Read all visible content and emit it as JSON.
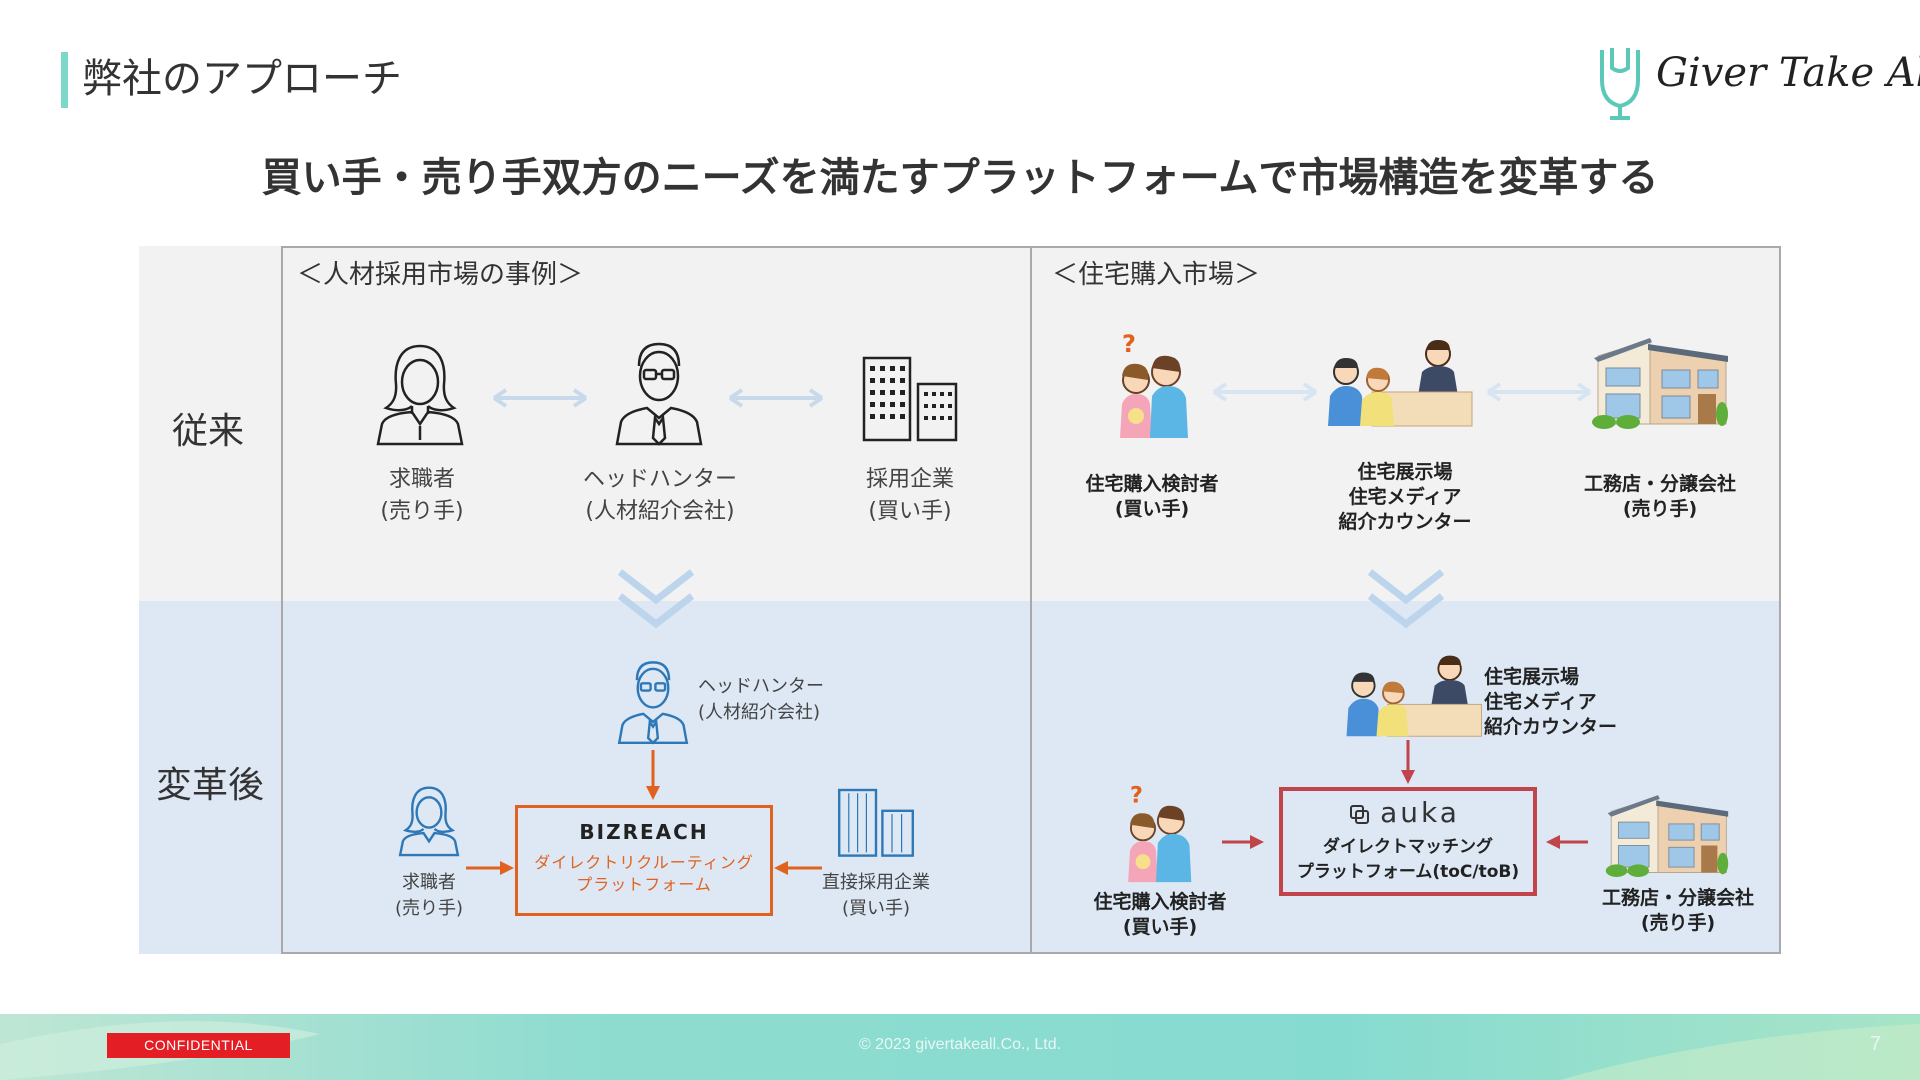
{
  "header": {
    "title": "弊社のアプローチ",
    "logo_text": "Giver Take All"
  },
  "headline": "買い手・売り手双方のニーズを満たすプラットフォームで市場構造を変革する",
  "rows": {
    "before": "従来",
    "after": "変革後"
  },
  "sections": {
    "hr": "＜人材採用市場の事例＞",
    "housing": "＜住宅購入市場＞"
  },
  "hr_before": {
    "seeker_line1": "求職者",
    "seeker_line2": "(売り手)",
    "hunter_line1": "ヘッドハンター",
    "hunter_line2": "(人材紹介会社)",
    "company_line1": "採用企業",
    "company_line2": "(買い手)"
  },
  "hr_after": {
    "hunter_line1": "ヘッドハンター",
    "hunter_line2": "(人材紹介会社)",
    "seeker_line1": "求職者",
    "seeker_line2": "(売り手)",
    "company_line1": "直接採用企業",
    "company_line2": "(買い手)",
    "platform_logo": "BIZREACH",
    "platform_line1": "ダイレクトリクルーティング",
    "platform_line2": "プラットフォーム"
  },
  "housing_before": {
    "buyer_line1": "住宅購入検討者",
    "buyer_line2": "(買い手)",
    "middle_line1": "住宅展示場",
    "middle_line2": "住宅メディア",
    "middle_line3": "紹介カウンター",
    "seller_line1": "工務店・分譲会社",
    "seller_line2": "(売り手)"
  },
  "housing_after": {
    "middle_line1": "住宅展示場",
    "middle_line2": "住宅メディア",
    "middle_line3": "紹介カウンター",
    "buyer_line1": "住宅購入検討者",
    "buyer_line2": "(買い手)",
    "seller_line1": "工務店・分譲会社",
    "seller_line2": "(売り手)",
    "platform_logo": "auka",
    "platform_line1": "ダイレクトマッチング",
    "platform_line2": "プラットフォーム(toC/toB)"
  },
  "footer": {
    "confidential": "CONFIDENTIAL",
    "copyright": "© 2023 givertakeall.Co., Ltd.",
    "page_number": "7"
  },
  "colors": {
    "accent_teal": "#7ed8c9",
    "orange": "#e0621e",
    "red": "#c0444a",
    "blue_icon": "#2e78b7",
    "arrow_light": "#c9d9ec"
  },
  "icons": [
    "person-female-icon",
    "person-male-glasses-icon",
    "office-buildings-icon",
    "house-icon",
    "couple-with-baby-icon",
    "consultation-counter-icon",
    "double-chevron-down-icon"
  ]
}
